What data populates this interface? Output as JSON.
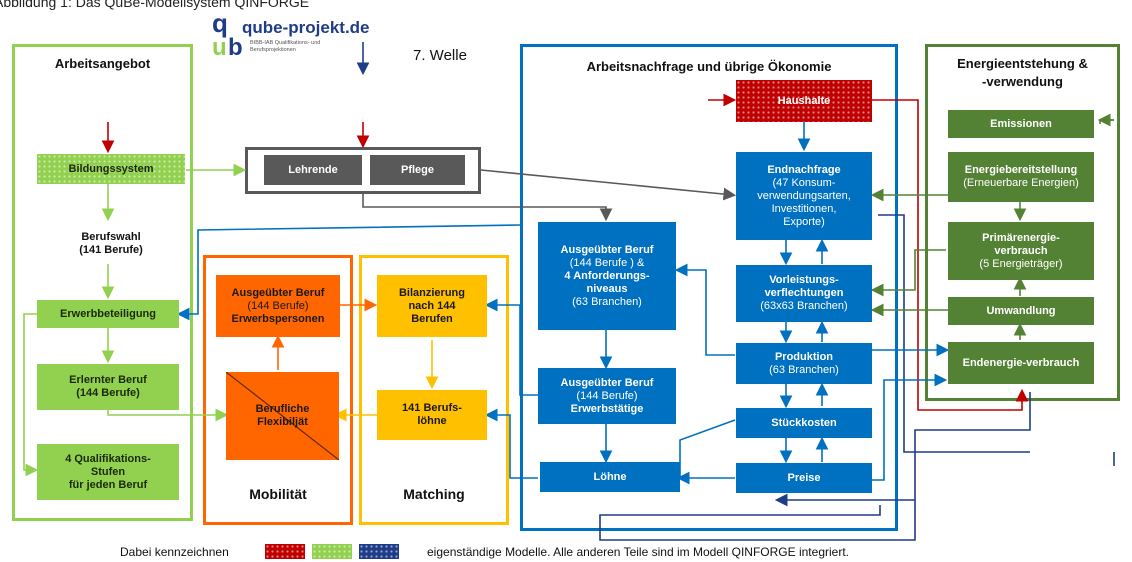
{
  "header": {
    "caption": "Abbildung 1: Das QuBe-Modellsystem QINFORGE",
    "logo_text": "qube-projekt.de",
    "logo_subtitle": "BIBB-IAB Qualifikations- und Berufsprojektionen",
    "wave": "7. Welle"
  },
  "panels": {
    "arbeitsangebot": "Arbeitsangebot",
    "nachfrage": "Arbeitsnachfrage  und übrige Ökonomie",
    "energie_line1": "Energieentstehung &",
    "energie_line2": "-verwendung",
    "mobilitaet": "Mobilität",
    "matching": "Matching"
  },
  "boxes": {
    "bildungssystem": "Bildungssystem",
    "berufswahl_1": "Berufswahl",
    "berufswahl_2": "(141 Berufe)",
    "erwerbsbeteiligung": "Erwerbbeteiligung",
    "erlernter_1": "Erlernter Beruf",
    "erlernter_2": "(144 Berufe)",
    "quali_1": "4 Qualifikations-",
    "quali_2": "Stufen",
    "quali_3": "für jeden Beruf",
    "lehrende": "Lehrende",
    "pflege": "Pflege",
    "ausg_erw_1": "Ausgeübter Beruf",
    "ausg_erw_2": "(144 Berufe)",
    "ausg_erw_3": "Erwerbspersonen",
    "flex_1": "Berufliche",
    "flex_2": "Flexibiljät",
    "bilanz_1": "Bilanzierung",
    "bilanz_2": "nach 144",
    "bilanz_3": "Berufen",
    "loehne141_1": "141 Berufs-",
    "loehne141_2": "löhne",
    "haushalte": "Haushalte",
    "endnachfrage_1": "Endnachfrage",
    "endnachfrage_2": "(47 Konsum-",
    "endnachfrage_3": "verwendungsarten,",
    "endnachfrage_4": "Investitionen,",
    "endnachfrage_5": "Exporte)",
    "ausg_anf_1": "Ausgeübter Beruf",
    "ausg_anf_2": "(144 Berufe ) &",
    "ausg_anf_3": "4 Anforderungs-",
    "ausg_anf_4": "niveaus",
    "ausg_anf_5": "(63 Branchen)",
    "vorleistung_1": "Vorleistungs-",
    "vorleistung_2": "verflechtungen",
    "vorleistung_3": "(63x63 Branchen)",
    "produktion_1": "Produktion",
    "produktion_2": "(63 Branchen)",
    "ausg_et_1": "Ausgeübter Beruf",
    "ausg_et_2": "(144 Berufe)",
    "ausg_et_3": "Erwerbstätige",
    "stueckkosten": "Stückkosten",
    "loehne": "Löhne",
    "preise": "Preise",
    "emissionen": "Emissionen",
    "energiebereit_1": "Energiebereitstellung",
    "energiebereit_2": "(Erneuerbare Energien)",
    "primaer_1": "Primärenergie-",
    "primaer_2": "verbrauch",
    "primaer_3": "(5 Energieträger)",
    "umwandlung": "Umwandlung",
    "endenergie": "Endenergie-verbrauch"
  },
  "footer": {
    "lead": "Dabei kennzeichnen",
    "trail": "eigenständige Modelle. Alle anderen Teile sind im Modell QINFORGE integriert.",
    "legend_colors": [
      "#c00000",
      "#92d050",
      "#1f3c88"
    ]
  },
  "colors": {
    "light_green": "#92d050",
    "dark_green": "#548235",
    "blue": "#0070c0",
    "orange": "#ff6600",
    "yellow": "#ffc000",
    "red": "#c00000",
    "navy": "#1f3c88",
    "gray": "#595959"
  }
}
